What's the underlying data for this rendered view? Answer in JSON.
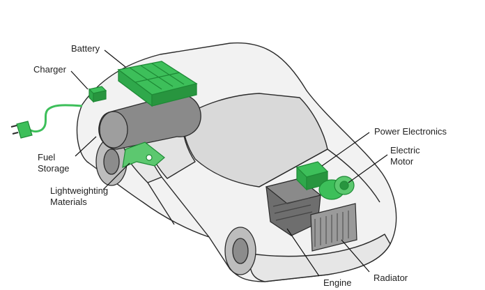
{
  "labels": {
    "battery": "Battery",
    "charger": "Charger",
    "fuel_storage": [
      "Fuel",
      "Storage"
    ],
    "lightweighting_materials": [
      "Lightweighting",
      "Materials"
    ],
    "power_electronics": "Power Electronics",
    "electric_motor": [
      "Electric",
      "Motor"
    ],
    "radiator": "Radiator",
    "engine": "Engine"
  },
  "colors": {
    "highlight_green": "#3dbf5a",
    "highlight_green_dark": "#1e8a36",
    "body_fill": "#f2f2f2",
    "glass_fill": "#d9d9d9",
    "outline": "#2a2a2a",
    "engine_gray": "#6e6e6e"
  },
  "icons": [
    "plug-icon"
  ]
}
